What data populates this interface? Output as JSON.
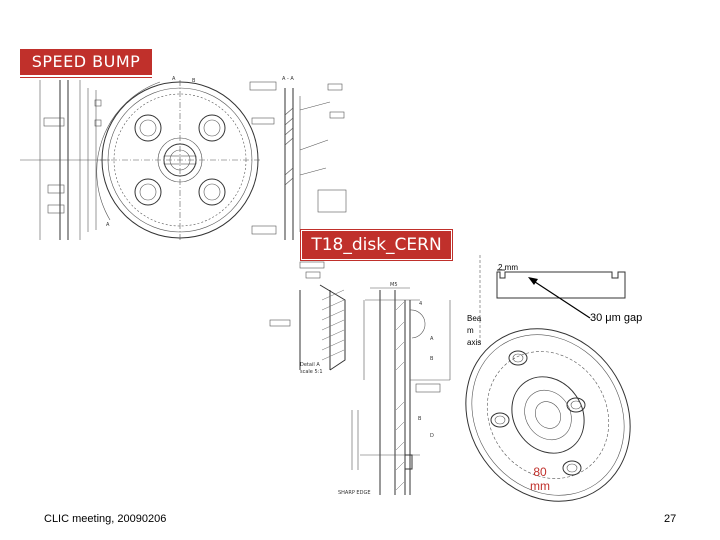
{
  "labels": {
    "speed_bump": "SPEED BUMP",
    "t18_disk": "T18_disk_CERN"
  },
  "annotations": {
    "mm2": "2 mm",
    "gap": "30 μm gap",
    "beam_axis": "Bea m axis",
    "mm80": "80 mm"
  },
  "footer": {
    "meeting": "CLIC meeting, 20090206",
    "page": "27"
  },
  "colors": {
    "accent_red": "#c0302b"
  }
}
